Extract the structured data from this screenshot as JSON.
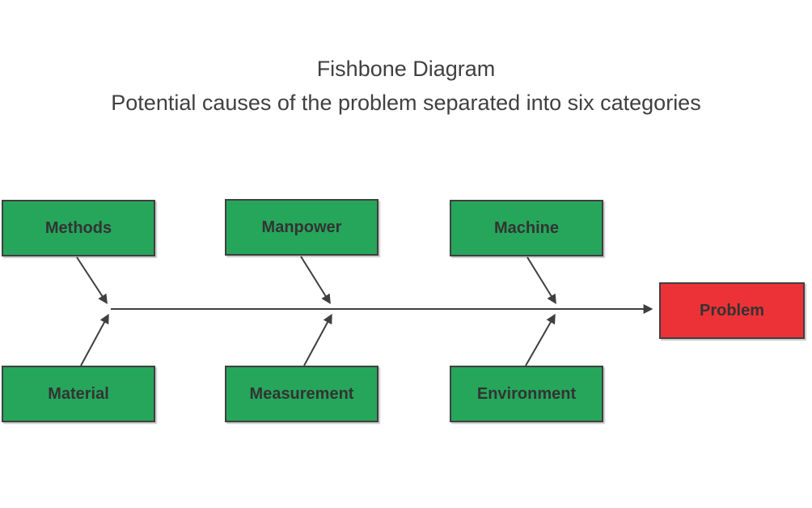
{
  "page": {
    "title": "Fishbone Diagram",
    "subtitle": "Potential causes of the problem separated into six categories"
  },
  "diagram": {
    "type": "fishbone",
    "effect": {
      "label": "Problem"
    },
    "categories": [
      {
        "label": "Methods",
        "row": "top",
        "slot": 1
      },
      {
        "label": "Manpower",
        "row": "top",
        "slot": 2
      },
      {
        "label": "Machine",
        "row": "top",
        "slot": 3
      },
      {
        "label": "Material",
        "row": "bottom",
        "slot": 1
      },
      {
        "label": "Measurement",
        "row": "bottom",
        "slot": 2
      },
      {
        "label": "Environment",
        "row": "bottom",
        "slot": 3
      }
    ],
    "connections": [
      {
        "from": "Methods",
        "to": "spine"
      },
      {
        "from": "Material",
        "to": "spine"
      },
      {
        "from": "Manpower",
        "to": "spine"
      },
      {
        "from": "Measurement",
        "to": "spine"
      },
      {
        "from": "Machine",
        "to": "spine"
      },
      {
        "from": "Environment",
        "to": "spine"
      },
      {
        "from": "spine",
        "to": "Problem"
      }
    ],
    "colors": {
      "category_fill": "#26A65B",
      "effect_fill": "#ED3237",
      "box_border": "#3F3F3F",
      "box_text": "#333333",
      "arrow": "#3F3F3F",
      "heading_text": "#404040"
    }
  }
}
